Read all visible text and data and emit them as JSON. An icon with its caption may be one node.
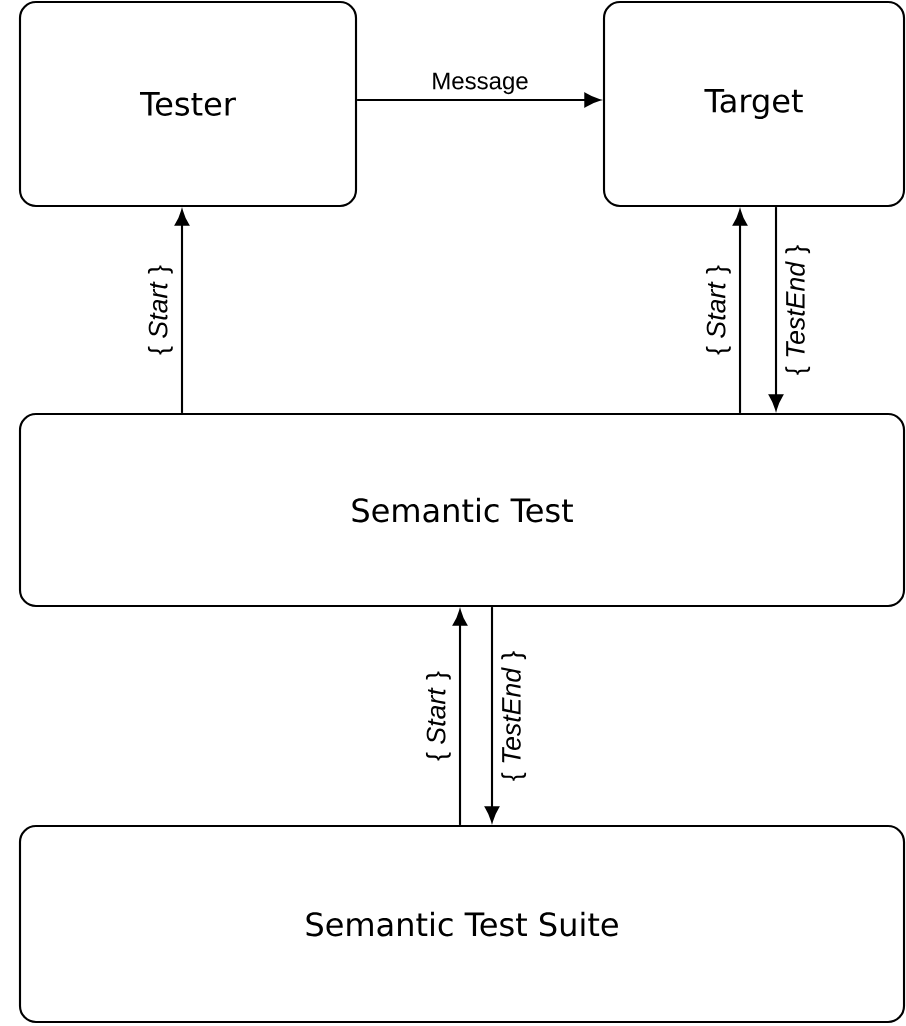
{
  "diagram": {
    "nodes": [
      {
        "text": [
          "Tester"
        ]
      },
      {
        "text": [
          "Target"
        ]
      },
      {
        "text": [
          "Semantic Test"
        ]
      },
      {
        "text": [
          "Semantic Test Suite"
        ]
      }
    ],
    "edges": [
      {
        "from": 0,
        "to": 1,
        "arrow": "to",
        "label": "Message"
      },
      {
        "from": 2,
        "to": 0,
        "arrow": "to",
        "label": "{ *Start* }"
      },
      {
        "from": 2,
        "to": 1,
        "arrow": "to",
        "label": "{ *Start* }"
      },
      {
        "from": 1,
        "to": 2,
        "arrow": "to",
        "label": "{ *TestEnd* }"
      },
      {
        "from": 3,
        "to": 2,
        "arrow": "to",
        "label": "{ *Start* }"
      },
      {
        "from": 2,
        "to": 3,
        "arrow": "to",
        "label": "{ *TestEnd* }"
      }
    ]
  }
}
